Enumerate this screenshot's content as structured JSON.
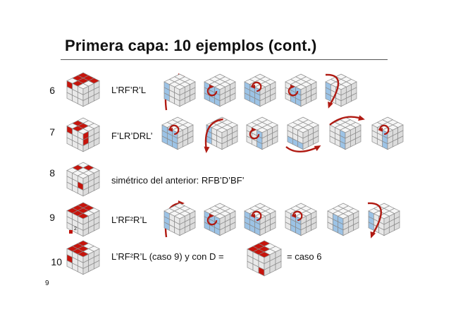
{
  "title": "Primera capa: 10 ejemplos (cont.)",
  "page_number": "9",
  "colors": {
    "red": "#c7140c",
    "blue": "#9cc3e6",
    "white": "#f6f6f6",
    "arrow": "#b01a12"
  },
  "rows": [
    {
      "number": "6",
      "algorithm": "L’RF’R’L"
    },
    {
      "number": "7",
      "algorithm": "F’LR’DRL’"
    },
    {
      "number": "8",
      "algorithm": "simétrico del anterior: RFB’D’BF’"
    },
    {
      "number": "9",
      "algorithm": "L’RF²R’L",
      "legend_note": "2"
    },
    {
      "number": "10",
      "algorithm": "L’RF²R’L (caso 9) y con D =",
      "result": "= caso 6"
    }
  ]
}
